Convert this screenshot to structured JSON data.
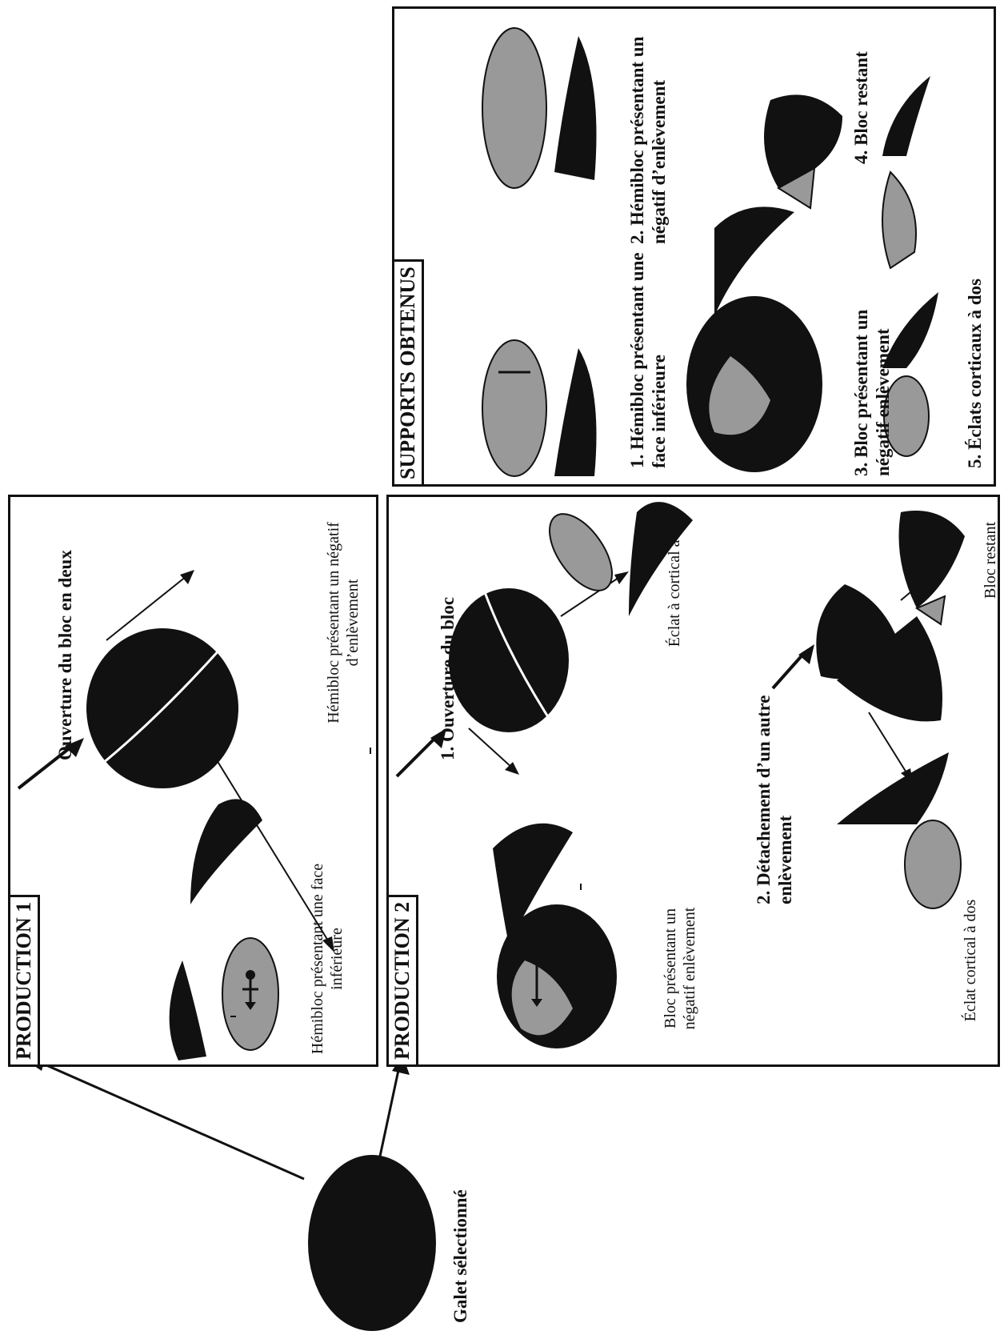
{
  "colors": {
    "dark": "#111111",
    "grey": "#9a9a9a",
    "white": "#ffffff"
  },
  "source": {
    "label": "Galet sélectionné"
  },
  "production1": {
    "tag": "PRODUCTION 1",
    "heading": "Ouverture du bloc en deux",
    "left_caption": "Hémibloc présentant une face inférieure",
    "right_caption": "Hémibloc présentant un négatif d’enlèvement"
  },
  "production2": {
    "tag": "PRODUCTION 2",
    "step1": "1. Ouverture du bloc",
    "step1_left_caption": "Bloc présentant un négatif enlèvement",
    "step1_right_caption": "Éclat à cortical à dos",
    "step2": "2. Détachement d’un autre enlèvement",
    "step2_left_caption": "Éclat cortical à dos",
    "step2_right_caption": "Bloc restant"
  },
  "supports": {
    "tag": "SUPPORTS OBTENUS",
    "items": [
      "1. Hémibloc présentant une face inférieure",
      "2. Hémibloc présentant un négatif d’enlèvement",
      "3. Bloc présentant un négatif enlèvement",
      "4. Bloc restant",
      "5. Éclats corticaux à dos"
    ]
  }
}
